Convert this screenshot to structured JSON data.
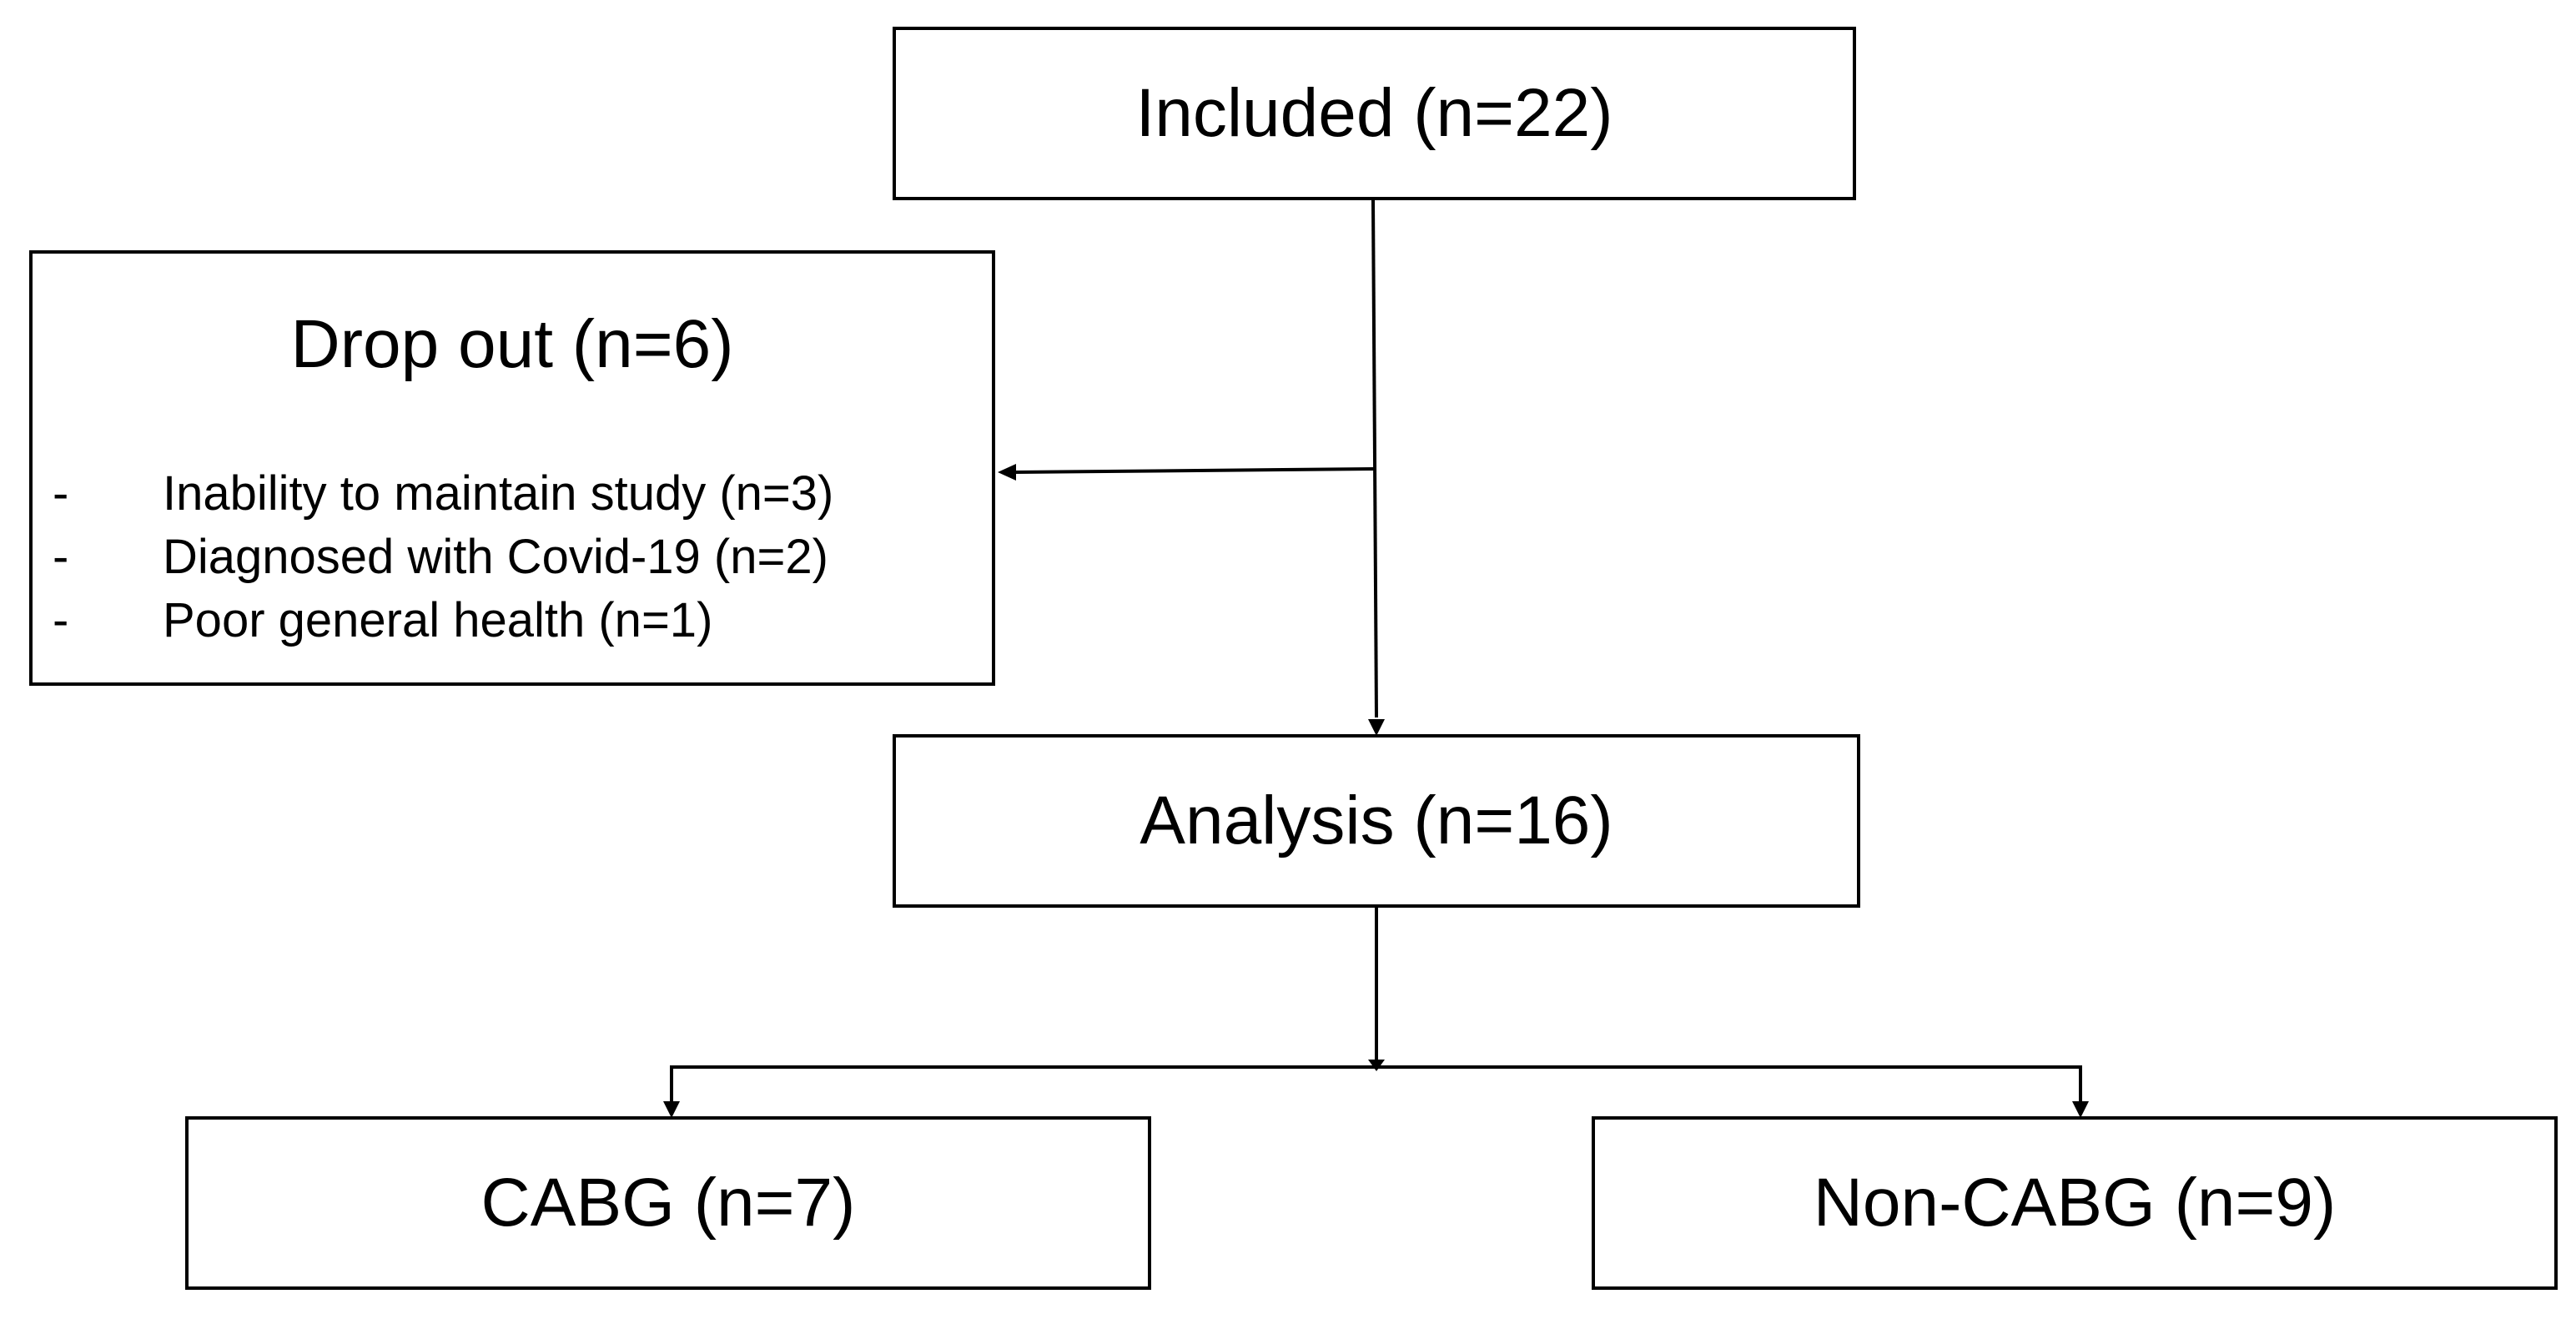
{
  "diagram": {
    "included": {
      "label": "Included (n=22)"
    },
    "dropout": {
      "title": "Drop out (n=6)",
      "reasons": [
        {
          "bullet": "-",
          "text": "Inability to maintain study (n=3)"
        },
        {
          "bullet": "-",
          "text": "Diagnosed with Covid-19 (n=2)"
        },
        {
          "bullet": "-",
          "text": "Poor general health (n=1)"
        }
      ]
    },
    "analysis": {
      "label": "Analysis (n=16)"
    },
    "cabg": {
      "label": "CABG (n=7)"
    },
    "noncabg": {
      "label": "Non-CABG (n=9)"
    }
  },
  "colors": {
    "line": "#000000",
    "box_border": "#000000",
    "background": "#ffffff"
  }
}
